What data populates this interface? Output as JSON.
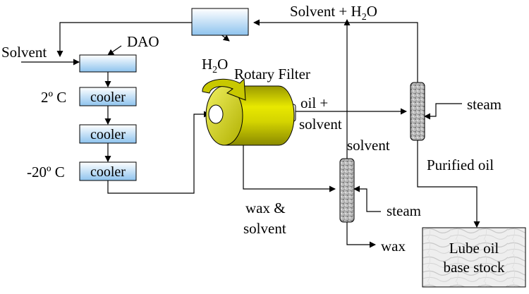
{
  "labels": {
    "solvent_h2o": "Solvent + H",
    "h2o_sub": "2",
    "h2o_tail": "O",
    "solvent_in": "Solvent",
    "dao": "DAO",
    "h2o_h": "H",
    "h2o_2": "2",
    "h2o_o": "O",
    "rotary_filter": "Rotary Filter",
    "temp_2": "2º C",
    "temp_minus20": "-20º C",
    "cooler_1": "cooler",
    "cooler_2": "cooler",
    "cooler_3": "cooler",
    "oil_plus": "oil +",
    "solvent_1": "solvent",
    "steam_1": "steam",
    "solvent_2": "solvent",
    "purified_oil": "Purified oil",
    "wax_and": "wax &",
    "solvent_3": "solvent",
    "steam_2": "steam",
    "wax": "wax",
    "lube_line1": "Lube oil",
    "lube_line2": "base stock"
  },
  "colors": {
    "box_top": "#ffffff",
    "box_bottom": "#8ec3ee",
    "filter_yellow": "#e8e800",
    "filter_dark": "#9a9a00",
    "arrow_yellow": "#c8c800",
    "line": "#000000"
  },
  "icons": {
    "rotation": "curved-rotation-arrow-icon",
    "column_fill": "packed-column-speckle"
  }
}
